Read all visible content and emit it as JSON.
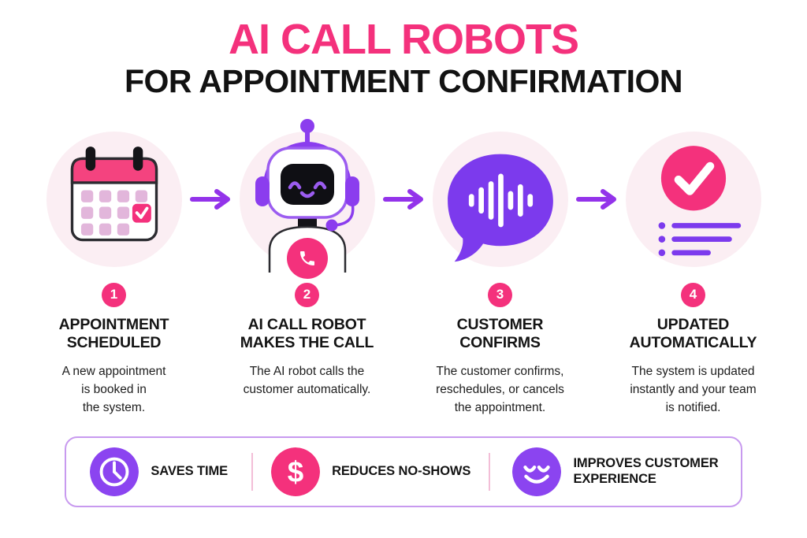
{
  "title": {
    "line1": "AI CALL ROBOTS",
    "line2": "FOR APPOINTMENT CONFIRMATION"
  },
  "steps": [
    {
      "number": "1",
      "title": "APPOINTMENT\nSCHEDULED",
      "description": "A new appointment\nis booked in\nthe system.",
      "icon": "calendar-icon"
    },
    {
      "number": "2",
      "title": "AI CALL ROBOT\nMAKES THE CALL",
      "description": "The AI robot calls the\ncustomer automatically.",
      "icon": "robot-headset-icon"
    },
    {
      "number": "3",
      "title": "CUSTOMER\nCONFIRMS",
      "description": "The customer confirms,\nreschedules, or cancels\nthe appointment.",
      "icon": "voice-chat-bubble-icon"
    },
    {
      "number": "4",
      "title": "UPDATED\nAUTOMATICALLY",
      "description": "The system is updated\ninstantly and your team\nis notified.",
      "icon": "checkmark-list-icon"
    }
  ],
  "benefits": [
    {
      "label": "SAVES TIME",
      "icon": "clock-icon",
      "circle_color": "#8B44F0"
    },
    {
      "label": "REDUCES NO-SHOWS",
      "icon": "dollar-icon",
      "glyph": "$",
      "circle_color": "#F4317C"
    },
    {
      "label": "IMPROVES CUSTOMER\nEXPERIENCE",
      "icon": "smiley-icon",
      "circle_color": "#8B44F0"
    }
  ],
  "colors": {
    "pink": "#F4317C",
    "purple": "#8B3DEE",
    "arrow_purple": "#9333EA",
    "bubble_purple": "#7C3AED",
    "circle_bg": "#FBEEF3",
    "bar_border": "#C89AEF",
    "divider_pink": "#F3BED7"
  }
}
